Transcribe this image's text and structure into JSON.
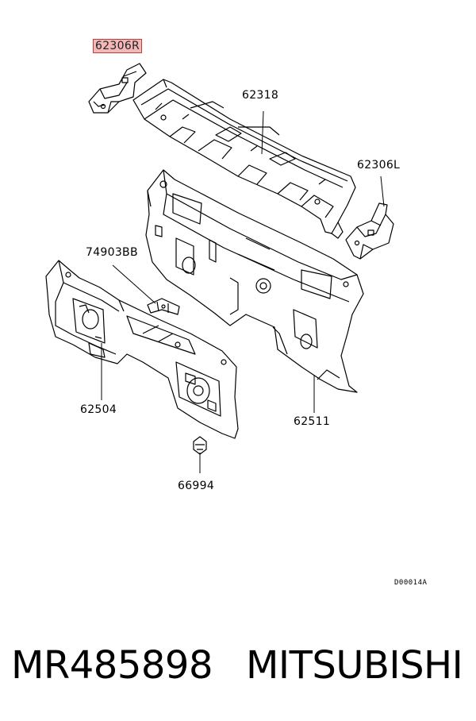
{
  "parts": [
    {
      "number": "62306R",
      "highlighted": true
    },
    {
      "number": "62318",
      "highlighted": false
    },
    {
      "number": "62306L",
      "highlighted": false
    },
    {
      "number": "74903BB",
      "highlighted": false
    },
    {
      "number": "62504",
      "highlighted": false
    },
    {
      "number": "62511",
      "highlighted": false
    },
    {
      "number": "66994",
      "highlighted": false
    }
  ],
  "diagram_code": "D00014A",
  "footer": {
    "part_number": "MR485898",
    "brand": "MITSUBISHI"
  },
  "colors": {
    "highlight_fill": "#f4b8b8",
    "highlight_border": "#c83a3a",
    "line": "#000000"
  }
}
